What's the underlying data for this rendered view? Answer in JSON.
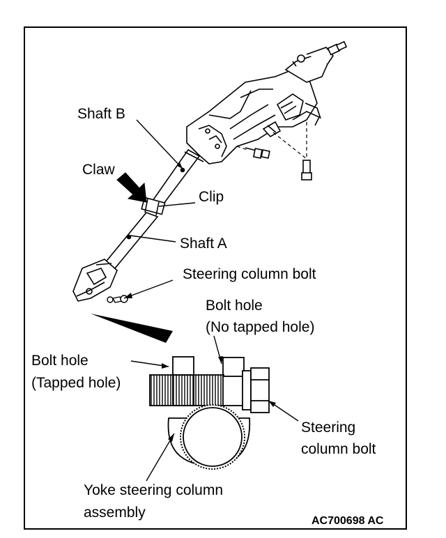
{
  "figure": {
    "labels": {
      "shaft_b": "Shaft B",
      "claw": "Claw",
      "clip": "Clip",
      "shaft_a": "Shaft A",
      "steering_column_bolt_top": "Steering column bolt",
      "bolt_hole_no_tapped_1": "Bolt hole",
      "bolt_hole_no_tapped_2": "(No tapped hole)",
      "bolt_hole_tapped_1": "Bolt hole",
      "bolt_hole_tapped_2": "(Tapped hole)",
      "steering_column_bolt_detail_1": "Steering",
      "steering_column_bolt_detail_2": "column bolt",
      "yoke_1": "Yoke steering column",
      "yoke_2": "assembly"
    },
    "code": "AC700698 AC"
  }
}
